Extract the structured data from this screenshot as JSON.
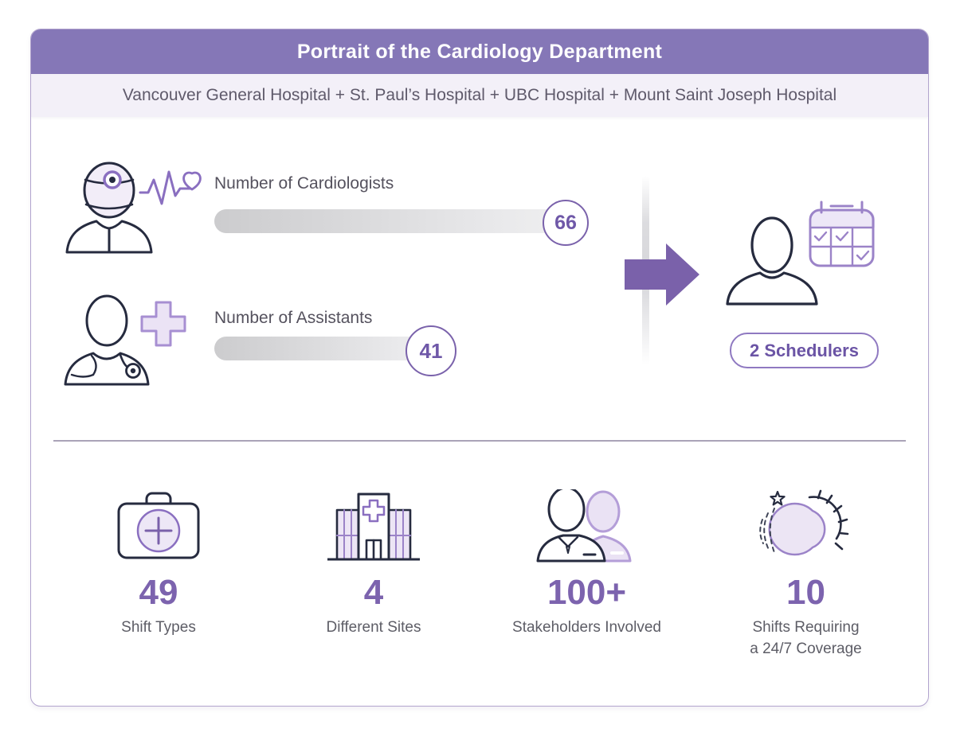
{
  "header": {
    "title": "Portrait of the Cardiology Department"
  },
  "subheader": {
    "text": "Vancouver General Hospital + St. Paul’s Hospital + UBC Hospital + Mount Saint Joseph Hospital"
  },
  "staffing": {
    "cardiologists": {
      "label": "Number of Cardiologists",
      "value": "66",
      "icon": "cardiologist-icon"
    },
    "assistants": {
      "label": "Number of Assistants",
      "value": "41",
      "icon": "assistant-icon"
    },
    "schedulers": {
      "label": "2 Schedulers",
      "icon": "scheduler-with-calendar-icon"
    }
  },
  "stats": [
    {
      "value": "49",
      "label": "Shift Types",
      "icon": "medical-bag-icon"
    },
    {
      "value": "4",
      "label": "Different Sites",
      "icon": "hospital-building-icon"
    },
    {
      "value": "100+",
      "label": "Stakeholders Involved",
      "icon": "stakeholders-icon"
    },
    {
      "value": "10",
      "label": "Shifts Requiring\na 24/7 Coverage",
      "icon": "night-coverage-icon"
    }
  ],
  "colors": {
    "header_bg": "#8577b7",
    "subheader_bg": "#f3f0f8",
    "accent_purple": "#7a61ab",
    "icon_outline": "#262b3f",
    "icon_purple": "#9b83c8",
    "icon_lavender": "#ece5f4",
    "bar_gray": "#d4d4d6"
  }
}
